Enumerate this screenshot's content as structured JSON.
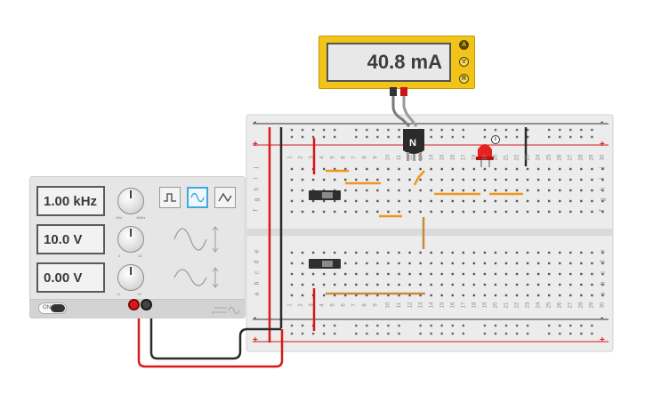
{
  "function_generator": {
    "frequency": "1.00 kHz",
    "amplitude": "10.0 V",
    "dc_offset": "0.00 V",
    "waveforms": [
      "square",
      "sine",
      "triangle"
    ],
    "selected_waveform": "sine",
    "power_label": "ON",
    "frequency_scale_min": "1Hz",
    "frequency_scale_max": "1MHz",
    "amplitude_scale_min": "0",
    "amplitude_scale_max": "10",
    "offset_scale_min": "-5",
    "offset_scale_max": "+5",
    "brand_line1": "function",
    "brand_line2": "generator"
  },
  "multimeter": {
    "reading": "40.8 mA",
    "modes": [
      "A",
      "V",
      "R"
    ],
    "active_mode": "A"
  },
  "breadboard": {
    "column_numbers": [
      "1",
      "2",
      "3",
      "4",
      "5",
      "6",
      "7",
      "8",
      "9",
      "10",
      "11",
      "12",
      "13",
      "14",
      "15",
      "16",
      "17",
      "18",
      "19",
      "20",
      "21",
      "22",
      "23",
      "24",
      "25",
      "26",
      "27",
      "28",
      "29",
      "30"
    ],
    "row_letters_top": [
      "j",
      "i",
      "h",
      "g",
      "f"
    ],
    "row_letters_bottom": [
      "e",
      "d",
      "c",
      "b",
      "a"
    ],
    "plus": "+",
    "minus": "-"
  },
  "transistor": {
    "label": "N"
  },
  "led": {
    "info_label": "i"
  },
  "colors": {
    "wire_red": "#d7191c",
    "wire_black": "#2b2b2b",
    "wire_orange": "#f0961e",
    "meter": "#f0c419"
  }
}
